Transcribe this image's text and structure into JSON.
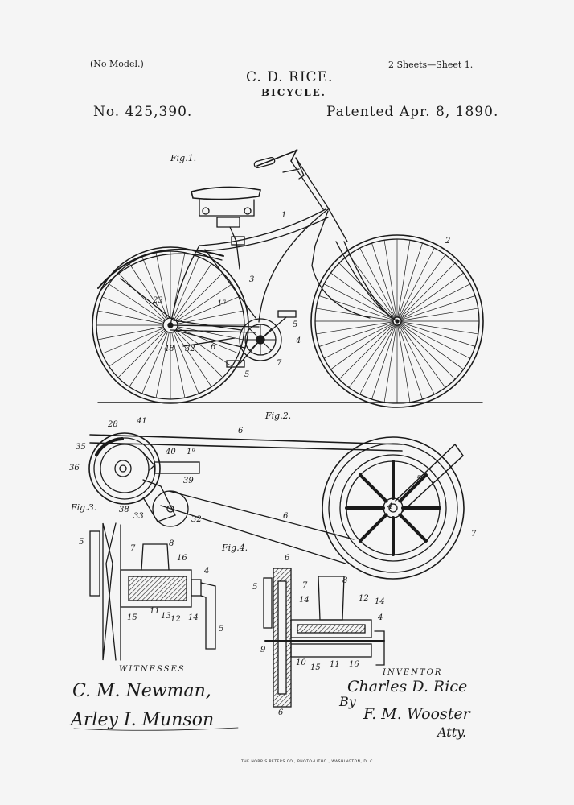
{
  "header": {
    "model_note": "(No Model.)",
    "sheets": "2 Sheets—Sheet 1.",
    "inventor_name": "C. D. RICE.",
    "invention": "BICYCLE.",
    "patent_number": "No. 425,390.",
    "patent_date": "Patented Apr. 8, 1890."
  },
  "figures": {
    "fig1": "Fig.1.",
    "fig2": "Fig.2.",
    "fig3": "Fig.3.",
    "fig4": "Fig.4."
  },
  "reference_labels": {
    "fig1": [
      "1",
      "2",
      "3",
      "1ª",
      "4",
      "5",
      "5",
      "7",
      "23",
      "48",
      "32",
      "6"
    ],
    "fig2": [
      "28",
      "41",
      "6",
      "35",
      "40",
      "1ª",
      "36",
      "39",
      "38",
      "33",
      "32",
      "6",
      "5",
      "4",
      "7"
    ],
    "fig3": [
      "5",
      "7",
      "8",
      "16",
      "4",
      "15",
      "11",
      "13",
      "12",
      "14",
      "5"
    ],
    "fig4": [
      "6",
      "5",
      "7",
      "8",
      "14",
      "12",
      "14",
      "4",
      "9",
      "10",
      "15",
      "11",
      "16",
      "6"
    ]
  },
  "signatures": {
    "witnesses_label": "WITNESSES",
    "witness_1": "C. M. Newman,",
    "witness_2": "Arley I. Munson",
    "inventor_label": "INVENTOR",
    "inventor_signature": "Charles D. Rice",
    "by": "By",
    "attorney": "F. M. Wooster",
    "atty": "Atty."
  },
  "printer_credit": "THE NORRIS PETERS CO., PHOTO-LITHO., WASHINGTON, D. C.",
  "colors": {
    "paper": "#f5f5f5",
    "ink": "#1a1a1a"
  }
}
